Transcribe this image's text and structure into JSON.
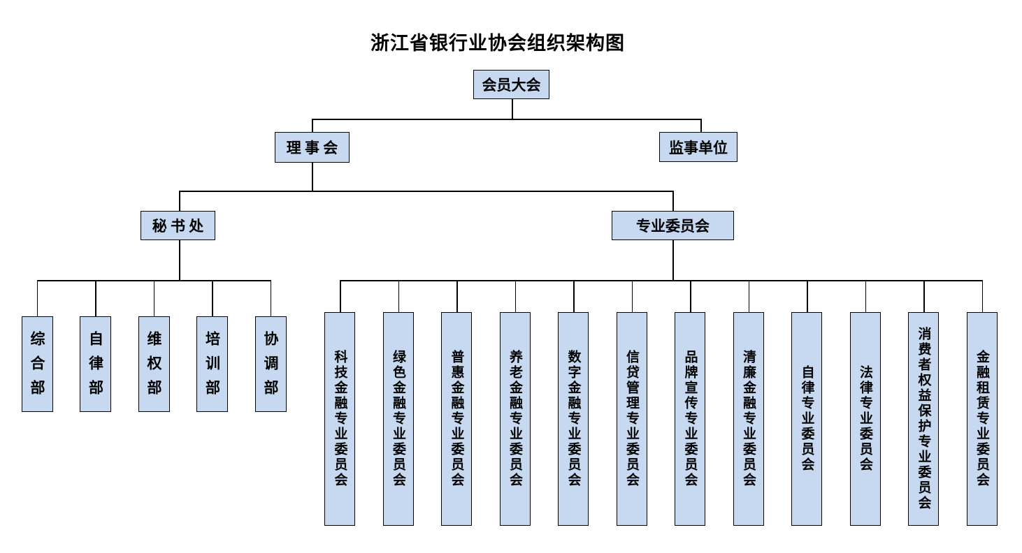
{
  "title": "浙江省银行业协会组织架构图",
  "org": {
    "root": {
      "label": "会员大会"
    },
    "board": {
      "label": "理 事 会"
    },
    "supervisors": {
      "label": "监事单位"
    },
    "secretariat": {
      "label": "秘 书 处"
    },
    "committee_parent": {
      "label": "专业委员会"
    },
    "departments": [
      {
        "label": "综合部"
      },
      {
        "label": "自律部"
      },
      {
        "label": "维权部"
      },
      {
        "label": "培训部"
      },
      {
        "label": "协调部"
      }
    ],
    "committees": [
      {
        "label": "科技金融专业委员会"
      },
      {
        "label": "绿色金融专业委员会"
      },
      {
        "label": "普惠金融专业委员会"
      },
      {
        "label": "养老金融专业委员会"
      },
      {
        "label": "数字金融专业委员会"
      },
      {
        "label": "信贷管理专业委员会"
      },
      {
        "label": "品牌宣传专业委员会"
      },
      {
        "label": "清廉金融专业委员会"
      },
      {
        "label": "自律专业委员会"
      },
      {
        "label": "法律专业委员会"
      },
      {
        "label": "消费者权益保护专业委员会"
      },
      {
        "label": "金融租赁专业委员会"
      }
    ]
  },
  "colors": {
    "background": "#ffffff",
    "box_fill": "#c7d9f0",
    "box_border": "#000000",
    "line": "#000000",
    "text": "#000000"
  }
}
